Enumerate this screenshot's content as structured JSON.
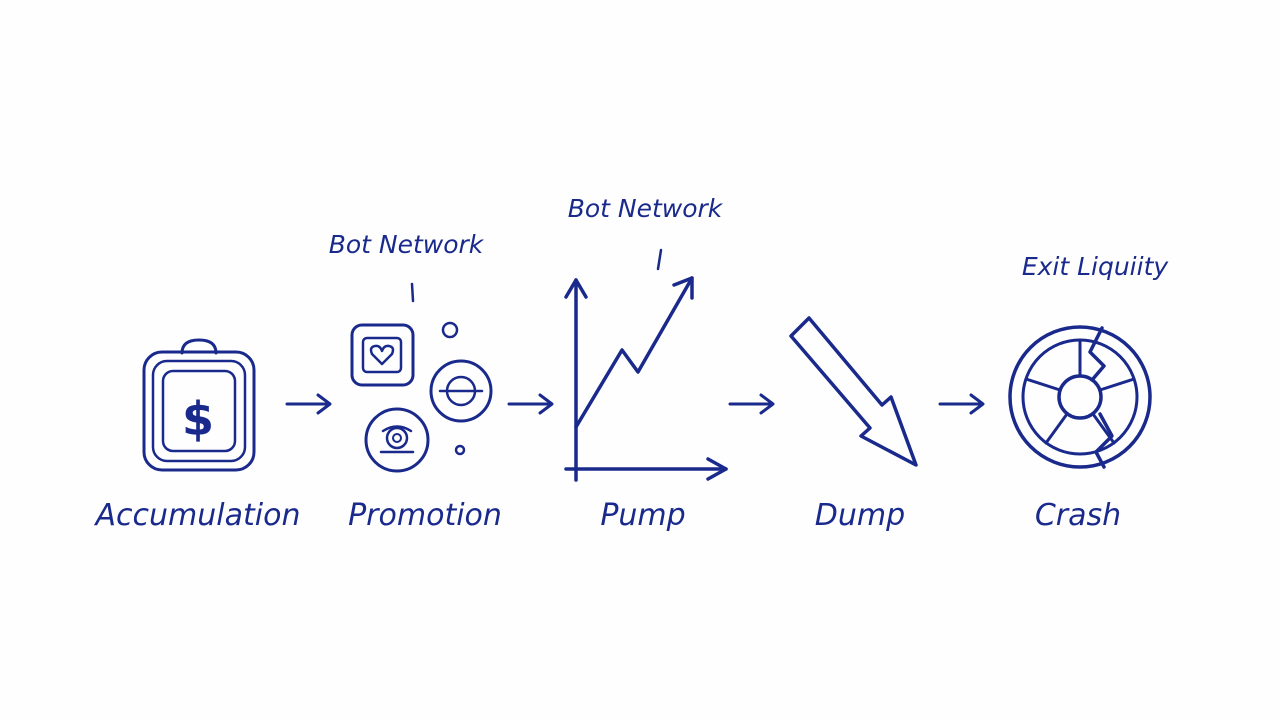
{
  "steps": [
    {
      "label": "Accumulation",
      "icon": "money-safe-icon"
    },
    {
      "label": "Promotion",
      "icon": "bot-cluster-icon"
    },
    {
      "label": "Pump",
      "icon": "rising-chart-icon"
    },
    {
      "label": "Dump",
      "icon": "down-arrow-icon"
    },
    {
      "label": "Crash",
      "icon": "broken-wheel-icon"
    }
  ],
  "notes": {
    "promotion_note": "Bot Network",
    "pump_note": "Bot Network",
    "crash_note": "Exit Liquiity"
  },
  "icon_glyphs": {
    "money": "$"
  },
  "colors": {
    "ink": "#1a2a8c",
    "background": "#fefefe"
  }
}
